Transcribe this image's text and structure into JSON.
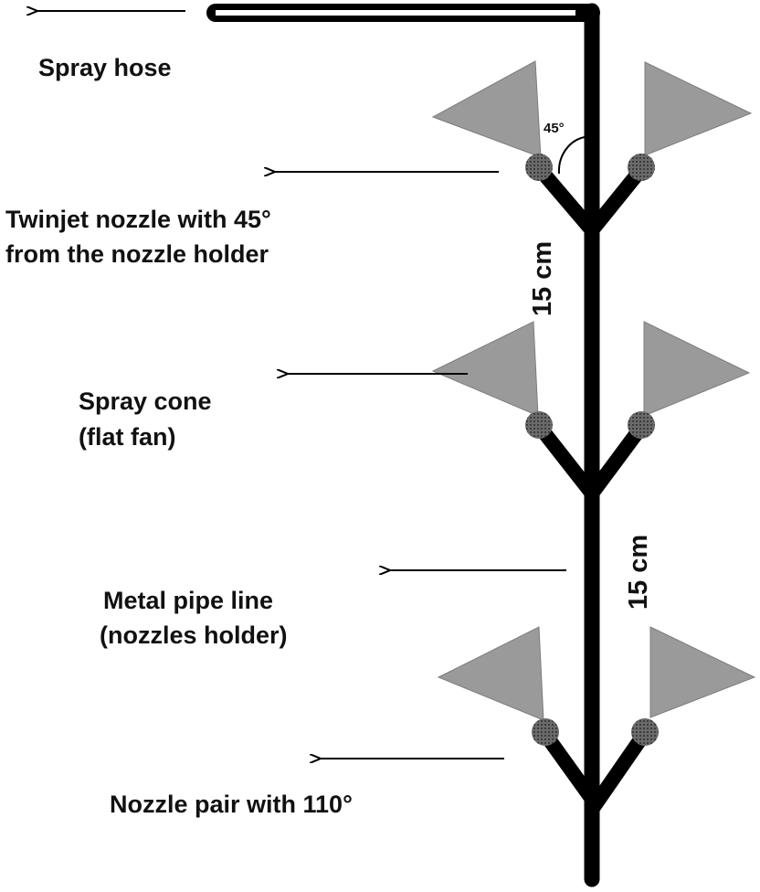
{
  "labels": {
    "spray_hose": "Spray hose",
    "twinjet_line1": "Twinjet nozzle with 45°",
    "twinjet_line2": "from the nozzle holder",
    "spray_cone_line1": "Spray cone",
    "spray_cone_line2": "(flat fan)",
    "metal_pipe_line1": "Metal pipe line",
    "metal_pipe_line2": "(nozzles holder)",
    "nozzle_pair": "Nozzle pair with 110°",
    "spacing_upper": "15 cm",
    "spacing_lower": "15 cm",
    "angle": "45°"
  },
  "colors": {
    "pipe": "#000000",
    "cone": "#9a9a9a",
    "cone_edge": "#7d7d7d",
    "nozzle": "#6a6a6a",
    "text": "#111111"
  }
}
